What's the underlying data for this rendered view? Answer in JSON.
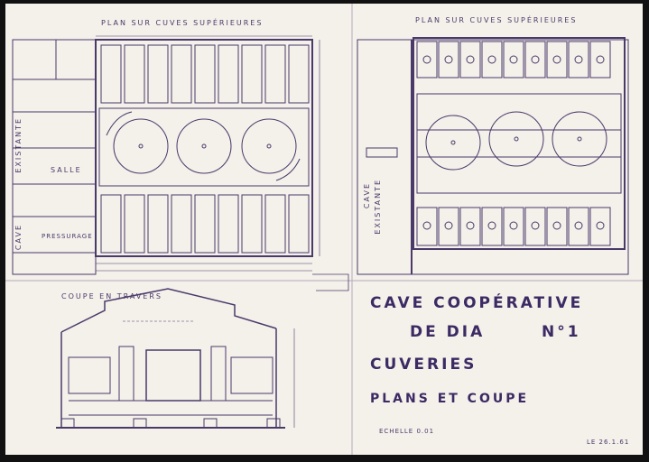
{
  "labels": {
    "plan_left": "PLAN SUR CUVES SUPÉRIEURES",
    "plan_right": "PLAN SUR CUVES SUPÉRIEURES",
    "coupe": "COUPE EN TRAVERS",
    "existante_left": "EXISTANTE",
    "cave_left": "CAVE",
    "existante_right": "EXISTANTE",
    "cave_right": "CAVE",
    "salle": "SALLE",
    "pressurage": "PRESSURAGE"
  },
  "title_block": {
    "line1": "CAVE COOPÉRATIVE",
    "line2a": "DE DIA",
    "line2b": "N°1",
    "line3": "CUVERIES",
    "line4": "PLANS ET COUPE",
    "scale": "ECHELLE 0.01",
    "date": "LE 26.1.61"
  },
  "colors": {
    "ink": "#4a3a6a",
    "paper": "#f4f0ea",
    "background": "#111111"
  }
}
